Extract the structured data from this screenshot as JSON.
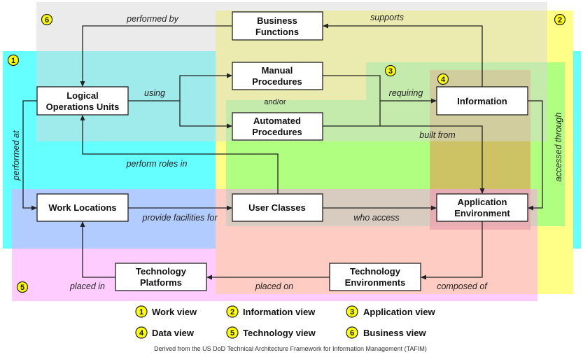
{
  "views": {
    "work": {
      "number": "1",
      "color": "#66ffff"
    },
    "information": {
      "number": "2",
      "color": "#ffff88"
    },
    "application": {
      "number": "3",
      "color": "#b0ff80"
    },
    "data": {
      "number": "4",
      "color": "#d9b860"
    },
    "technology": {
      "number": "5",
      "color": "#ff99ff"
    },
    "business": {
      "number": "6",
      "color": "#d8d8d8"
    }
  },
  "nodes": {
    "business_functions": [
      "Business",
      "Functions"
    ],
    "manual_procedures": [
      "Manual",
      "Procedures"
    ],
    "automated_procedures": [
      "Automated",
      "Procedures"
    ],
    "logical_operations_units": [
      "Logical",
      "Operations Units"
    ],
    "information": [
      "Information"
    ],
    "work_locations": [
      "Work Locations"
    ],
    "user_classes": [
      "User Classes"
    ],
    "application_environment": [
      "Application",
      "Environment"
    ],
    "technology_platforms": [
      "Technology",
      "Platforms"
    ],
    "technology_environments": [
      "Technology",
      "Environments"
    ]
  },
  "edges": {
    "performed_by": "performed by",
    "supports": "supports",
    "using": "using",
    "and_or": "and/or",
    "requiring": "requiring",
    "built_from": "built from",
    "perform_roles_in": "perform roles in",
    "performed_at": "performed at",
    "accessed_through": "accessed through",
    "provide_facilities_for": "provide facilities for",
    "who_access": "who access",
    "placed_in": "placed in",
    "placed_on": "placed on",
    "composed_of": "composed of"
  },
  "legend": [
    {
      "number": "1",
      "label": "Work view"
    },
    {
      "number": "2",
      "label": "Information view"
    },
    {
      "number": "3",
      "label": "Application view"
    },
    {
      "number": "4",
      "label": "Data view"
    },
    {
      "number": "5",
      "label": "Technology view"
    },
    {
      "number": "6",
      "label": "Business view"
    }
  ],
  "footer": "Derived from the US DoD Technical Architecture Framework for Information Management (TAFIM)"
}
